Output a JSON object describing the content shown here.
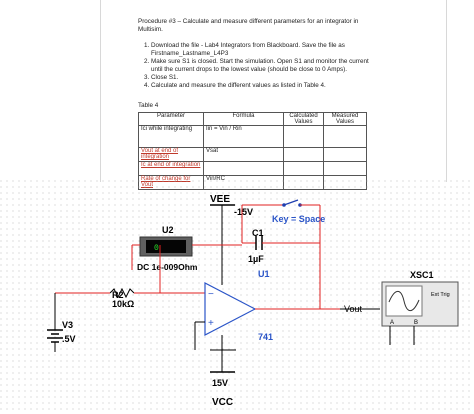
{
  "procedure": {
    "intro": "Procedure #3 – Calculate and measure different parameters for an integrator in Multisim.",
    "steps": [
      "Download the file - Lab4 Integrators from Blackboard. Save the file as Firstname_Lastname_L4P3",
      "Make sure S1 is closed. Start the simulation. Open S1 and monitor the current until the current drops to the lowest value (should be close to 0 Amps).",
      "Close S1.",
      "Calculate and measure the different values as listed in Table 4."
    ],
    "table_label": "Table 4"
  },
  "table": {
    "headers": [
      "Parameter",
      "Formula",
      "Calculated Values",
      "Measured Values"
    ],
    "rows": [
      {
        "param": "Ici while integrating",
        "formula": "Iin = Vin / Rin"
      },
      {
        "param": "Vout at end of integration",
        "formula": "Vsat"
      },
      {
        "param": "Ic at end of integration",
        "formula": ""
      },
      {
        "param": "Rate of change for Vout",
        "formula": "Vin/RC"
      }
    ]
  },
  "circuit": {
    "vee_label": "VEE",
    "vee_value": "-15V",
    "key_label": "Key = Space",
    "c1_label": "C1",
    "c1_value": "1µF",
    "u2_label": "U2",
    "meter_value": "0",
    "meter_desc": "DC  1e-009Ohm",
    "u1_label": "U1",
    "r2_label": "R2",
    "r2_value": "10kΩ",
    "v3_label": "V3",
    "v3_value": ".5V",
    "vout_label": "Vout",
    "opamp_part": "741",
    "vcc_value": "15V",
    "vcc_label": "VCC",
    "xsc_label": "XSC1",
    "xsc_trig": "Ext Trig",
    "xsc_a": "A",
    "xsc_b": "B"
  },
  "colors": {
    "wire_red": "#e02020",
    "label_blue": "#1f3fb0",
    "part_blue": "#2b55c8",
    "meter_green": "#2ce02c"
  }
}
